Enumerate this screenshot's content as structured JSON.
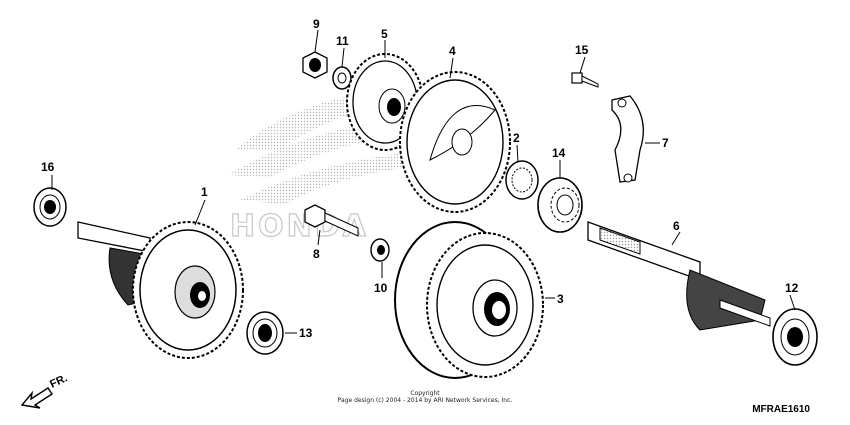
{
  "callouts": [
    "1",
    "2",
    "3",
    "4",
    "5",
    "6",
    "7",
    "8",
    "9",
    "10",
    "11",
    "12",
    "13",
    "14",
    "15",
    "16"
  ],
  "front_arrow_label": "FR.",
  "watermark_text": "HONDA",
  "copyright": {
    "line1": "Copyright",
    "line2": "Page design (c) 2004 - 2014 by ARI Network Services, Inc."
  },
  "diagram_code": "MFRAE1610"
}
